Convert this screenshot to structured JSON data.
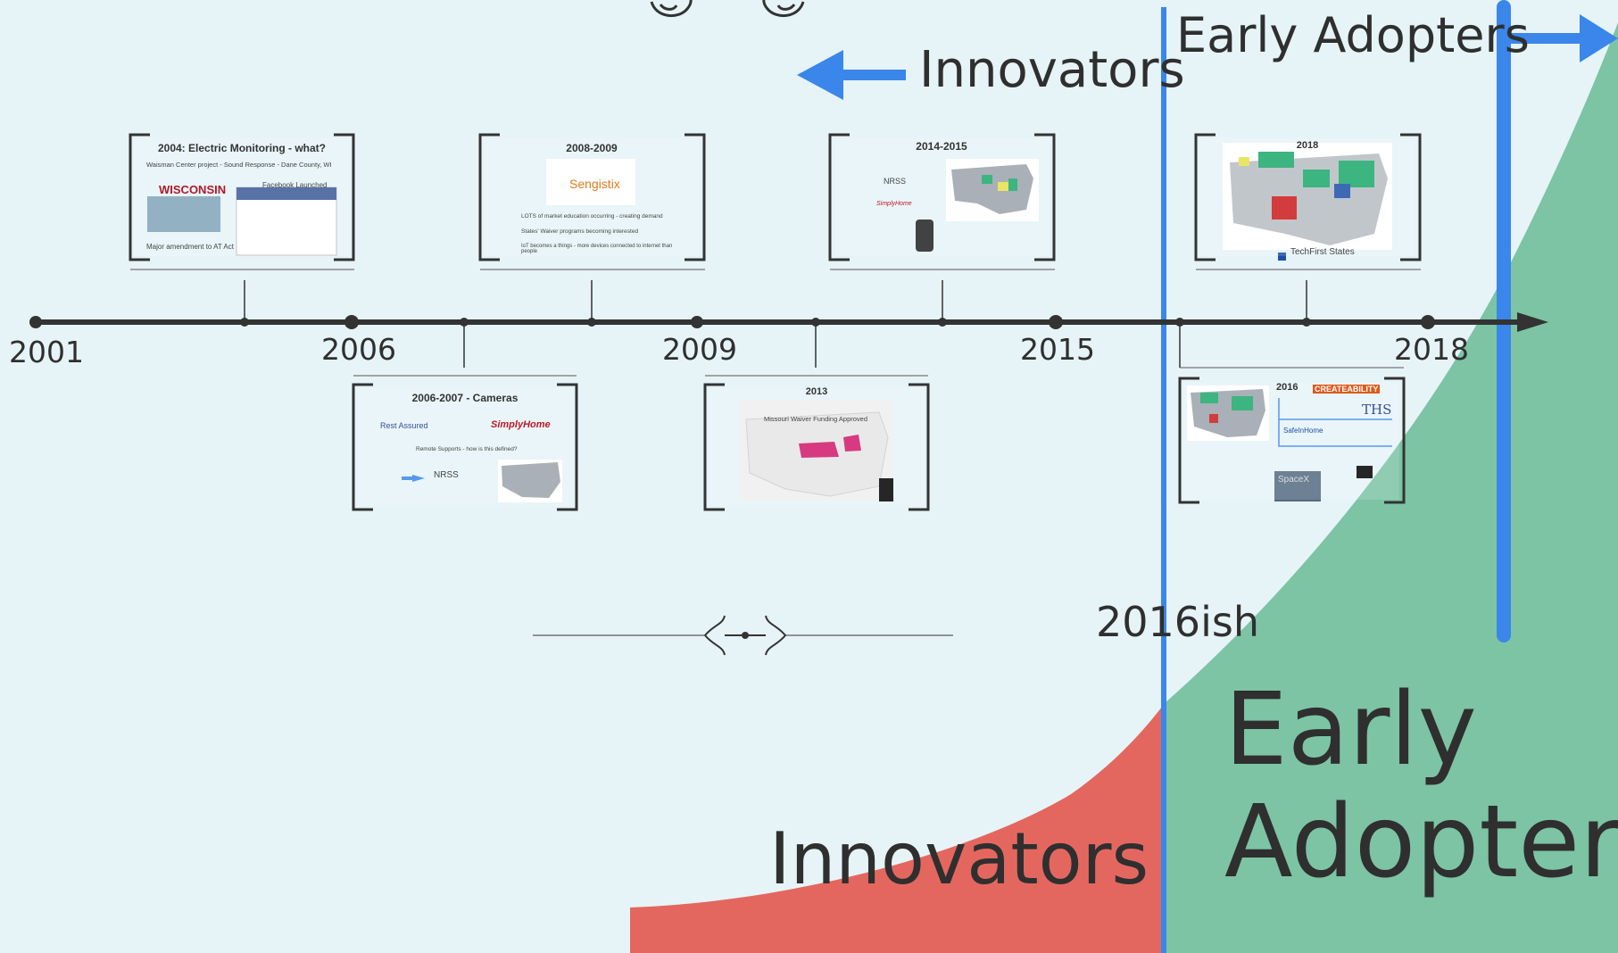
{
  "timeline": {
    "years": [
      "2001",
      "2006",
      "2009",
      "2015",
      "2018"
    ]
  },
  "headers": {
    "innovators_arrow_label": "Innovators",
    "early_adopters_label": "Early Adopters"
  },
  "curve": {
    "marker_label": "2016ish",
    "innovators_label": "Innovators",
    "early_adopters_line1": "Early",
    "early_adopters_line2": "Adopters",
    "colors": {
      "background": "#e6f4f7",
      "innovators": "#e4675f",
      "early_adopters": "#7cc4a4",
      "divider": "#3a86ea"
    }
  },
  "cards": {
    "c2004": {
      "title": "2004:  Electric Monitoring - what?",
      "subtitle": "Waisman Center project - Sound Response - Dane County, WI",
      "logo": "WISCONSIN",
      "fb": "Facebook Launched",
      "footer": "Major amendment to AT Act"
    },
    "c2008": {
      "title": "2008-2009",
      "logo": "Sengistix",
      "line1": "LOTS of market education occurring - creating demand",
      "line2": "States' Waiver programs becoming interested",
      "line3": "IoT becomes a things - more devices connected to internet than people"
    },
    "c2014": {
      "title": "2014-2015",
      "nrss": "NRSS",
      "simply": "SimplyHome"
    },
    "c2018": {
      "title": "2018",
      "legend": "TechFirst States"
    },
    "c2006": {
      "title": "2006-2007 - Cameras",
      "rest": "Rest Assured",
      "simply": "SimplyHome",
      "question": "Remote Supports - how is this defined?",
      "nrss": "NRSS"
    },
    "c2013": {
      "title": "2013",
      "map_title": "Missouri Waiver Funding Approved"
    },
    "c2016": {
      "title": "2016",
      "creat": "CREATEABILITY",
      "ths": "THS",
      "safe": "SafeInHome",
      "spacex": "SpaceX"
    }
  }
}
